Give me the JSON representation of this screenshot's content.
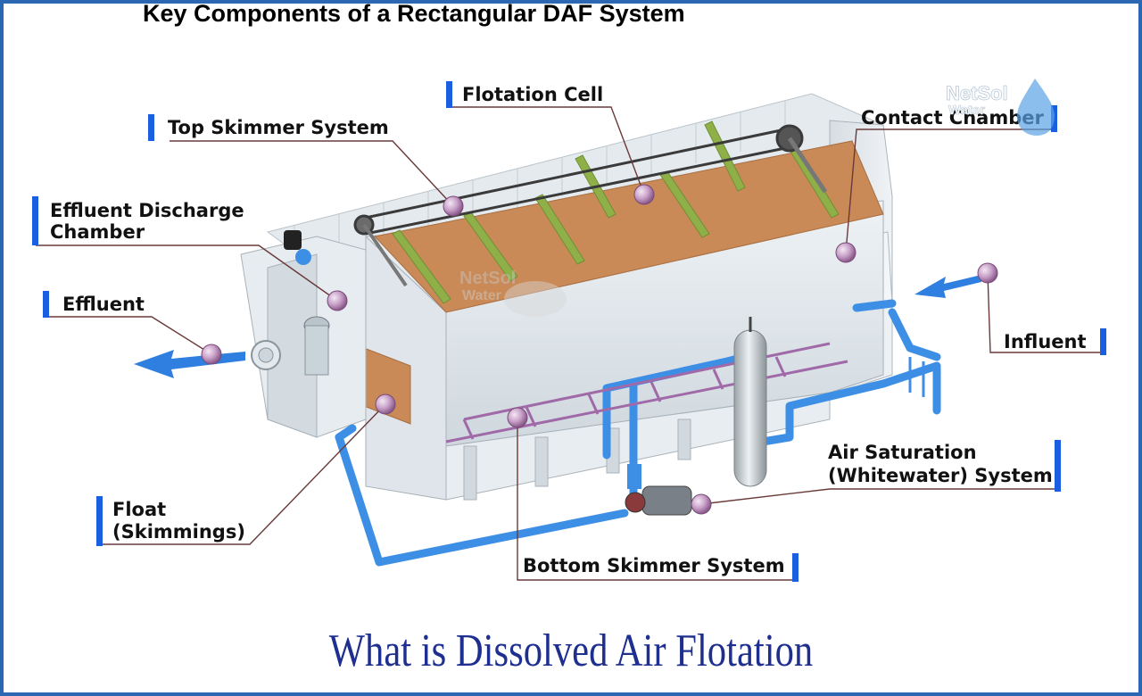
{
  "title": "Key Components of a Rectangular DAF System",
  "caption": "What is Dissolved Air Flotation",
  "logo": {
    "name": "NetSol",
    "sub": "Water"
  },
  "labels": {
    "flotation_cell": "Flotation Cell",
    "top_skimmer": "Top Skimmer System",
    "contact_chamber": "Contact Chamber",
    "effluent_discharge_1": "Effluent Discharge",
    "effluent_discharge_2": "Chamber",
    "effluent": "Effluent",
    "influent": "Influent",
    "float_1": "Float",
    "float_2": "(Skimmings)",
    "air_sat_1": "Air Saturation",
    "air_sat_2": "(Whitewater) System",
    "bottom_skimmer": "Bottom Skimmer System"
  },
  "colors": {
    "frame": "#2b67b3",
    "label_tab": "#1a5fe0",
    "caption": "#1f2f8f",
    "pipe": "#3d8fe6",
    "sludge": "#c98a57",
    "baffle": "#8fb049",
    "marker": "#c8a8c8"
  }
}
